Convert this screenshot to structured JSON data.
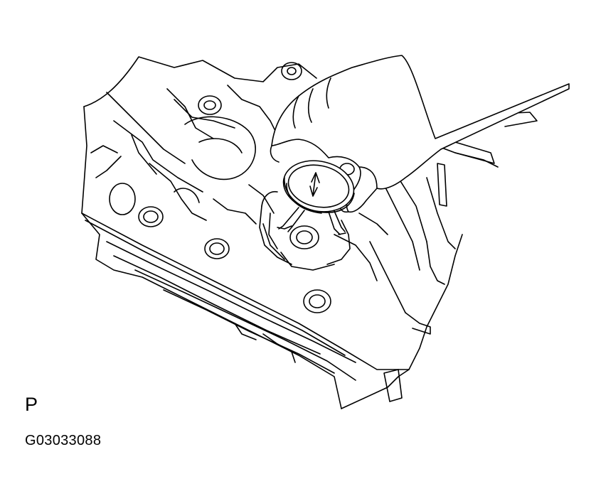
{
  "figure": {
    "view_letter": "P",
    "figure_code": "G03033088"
  },
  "colors": {
    "line": "#000000",
    "background": "#ffffff"
  },
  "icons": {
    "illustration": "cylinder-head-valve-lifter-measurement-drawing",
    "hand": "hand-icon",
    "gauge": "caliper-gauge-icon"
  }
}
